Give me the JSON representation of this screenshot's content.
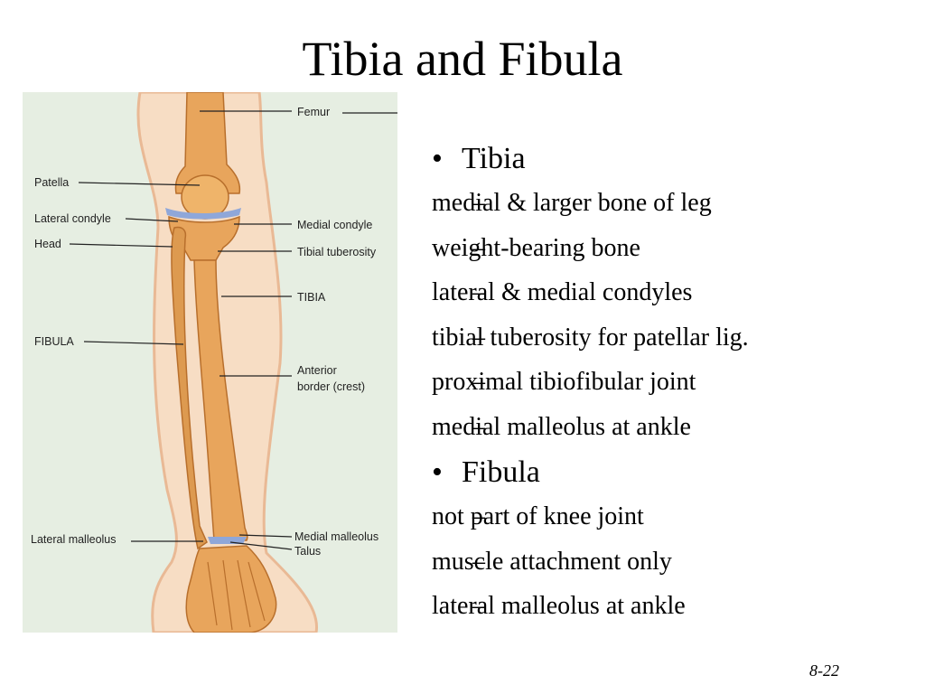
{
  "slide": {
    "title": "Tibia and Fibula",
    "number": "8-22"
  },
  "figure": {
    "labels": {
      "femur": "Femur",
      "patella": "Patella",
      "lateral_condyle": "Lateral condyle",
      "medial_condyle": "Medial condyle",
      "head": "Head",
      "tibial_tuberosity": "Tibial tuberosity",
      "tibia": "TIBIA",
      "fibula": "FIBULA",
      "anterior_border_1": "Anterior",
      "anterior_border_2": "border (crest)",
      "lateral_malleolus": "Lateral malleolus",
      "medial_malleolus": "Medial malleolus",
      "talus": "Talus"
    },
    "colors": {
      "background": "#e6eee2",
      "skin": "#f7ddc4",
      "bone": "#e8a55c",
      "bone_dark": "#b86f2c",
      "cartilage": "#8fa7d9"
    }
  },
  "bullets": [
    {
      "label": "Tibia",
      "items": [
        "medial & larger bone of leg",
        "weight-bearing bone",
        "lateral & medial condyles",
        "tibial tuberosity for patellar lig.",
        "proximal tibiofibular joint",
        "medial malleolus at ankle"
      ]
    },
    {
      "label": "Fibula",
      "items": [
        "not part of knee joint",
        "muscle attachment only",
        "lateral malleolus at ankle"
      ]
    }
  ]
}
